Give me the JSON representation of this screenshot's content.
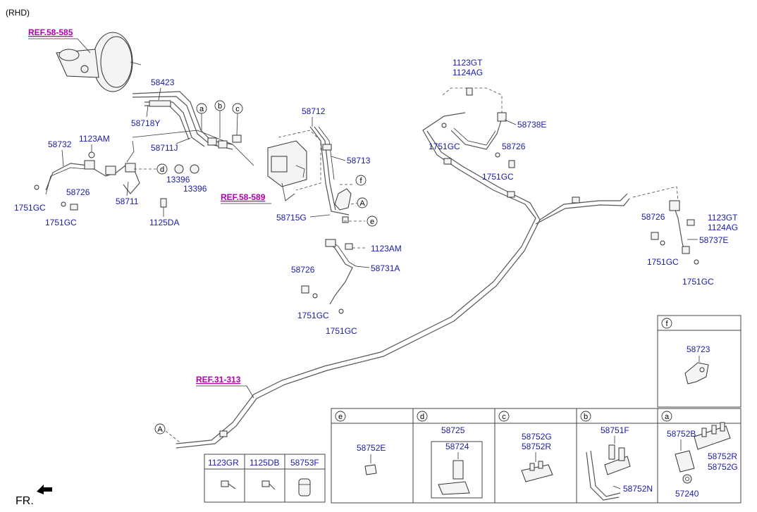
{
  "header": {
    "variant": "(RHD)"
  },
  "refs": {
    "booster": "REF.58-585",
    "abs": "REF.58-589",
    "fuel": "REF.31-313"
  },
  "labels": {
    "p58423": "58423",
    "p58718Y": "58718Y",
    "p58711J": "58711J",
    "p58732": "58732",
    "p1123AM_a": "1123AM",
    "p58726_a": "58726",
    "p1751GC_a": "1751GC",
    "p1751GC_b": "1751GC",
    "p58711": "58711",
    "p13396_a": "13396",
    "p13396_b": "13396",
    "p1125DA": "1125DA",
    "p58712": "58712",
    "p58713": "58713",
    "p58715G": "58715G",
    "p1123AM_b": "1123AM",
    "p58731A": "58731A",
    "p58726_b": "58726",
    "p1751GC_c": "1751GC",
    "p1751GC_d": "1751GC",
    "p1123GT_a": "1123GT",
    "p1124AG_a": "1124AG",
    "p58738E": "58738E",
    "p1751GC_e": "1751GC",
    "p58726_c": "58726",
    "p1751GC_f": "1751GC",
    "p58726_d": "58726",
    "p1123GT_b": "1123GT",
    "p1124AG_b": "1124AG",
    "p58737E": "58737E",
    "p1751GC_g": "1751GC",
    "p1751GC_h": "1751GC"
  },
  "callouts": {
    "a": "a",
    "b": "b",
    "c": "c",
    "d": "d",
    "e": "e",
    "f": "f",
    "A1": "A",
    "A2": "A"
  },
  "panels": {
    "f": {
      "key": "f",
      "part": "58723"
    },
    "e": {
      "key": "e",
      "part": "58752E"
    },
    "d": {
      "key": "d",
      "part1": "58725",
      "part2": "58724"
    },
    "c": {
      "key": "c",
      "part1": "58752G",
      "part2": "58752R"
    },
    "b": {
      "key": "b",
      "part1": "58751F",
      "part2": "58752N"
    },
    "a": {
      "key": "a",
      "part1": "58752B",
      "part2": "58752R",
      "part3": "58752G",
      "part4": "57240"
    }
  },
  "fastener_table": {
    "headers": [
      "1123GR",
      "1125DB",
      "58753F"
    ]
  },
  "footer": {
    "direction": "FR."
  }
}
